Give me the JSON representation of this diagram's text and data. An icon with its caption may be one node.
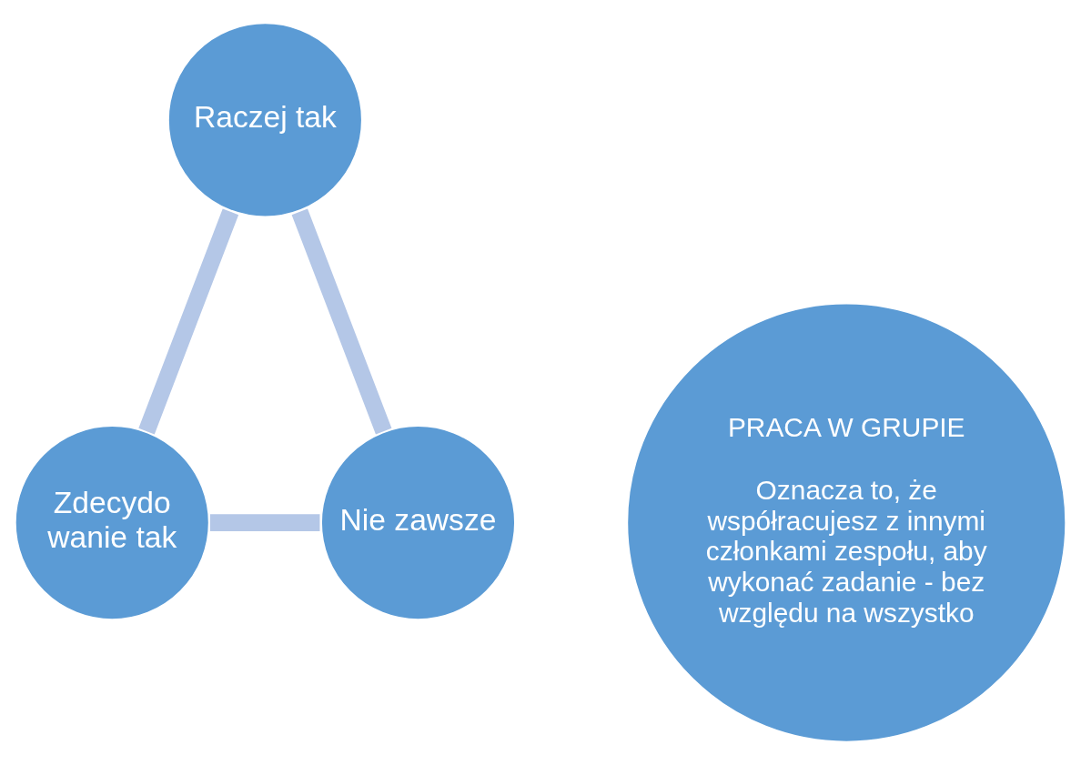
{
  "diagram": {
    "nodes": [
      {
        "text": [
          "PRACA W GRUPIE",
          "Oznacza to, że współracujesz z innymi członkami zespołu, aby wykonać zadanie - bez względu na wszystko"
        ]
      },
      {
        "text": [
          "Raczej tak"
        ]
      },
      {
        "text": [
          "Zdecydo wanie tak"
        ]
      },
      {
        "text": [
          "Nie zawsze"
        ]
      }
    ],
    "edges": [
      {
        "from": 1,
        "to": 2,
        "arrow": "none"
      },
      {
        "from": 2,
        "to": 3,
        "arrow": "none"
      },
      {
        "from": 3,
        "to": 1,
        "arrow": "none"
      }
    ]
  }
}
